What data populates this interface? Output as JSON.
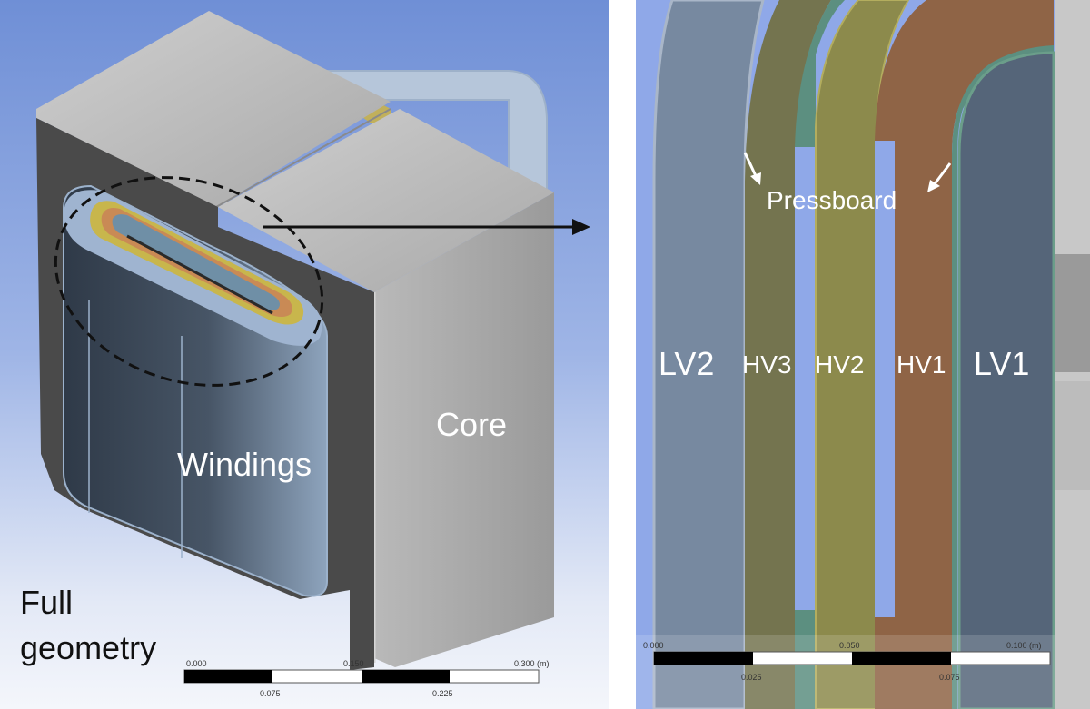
{
  "left": {
    "label_full_line1": "Full",
    "label_full_line2": "geometry",
    "label_windings": "Windings",
    "label_core": "Core",
    "scale_top": [
      "0.000",
      "0.150",
      "0.300 (m)"
    ],
    "scale_bottom": [
      "0.075",
      "0.225"
    ]
  },
  "right": {
    "label_pressboard": "Pressboard",
    "layers": [
      "LV2",
      "HV3",
      "HV2",
      "HV1",
      "LV1"
    ],
    "scale_top": [
      "0.000",
      "0.050",
      "0.100 (m)"
    ],
    "scale_bottom": [
      "0.025",
      "0.075"
    ]
  },
  "colors": {
    "core_front": "#4a4a4a",
    "core_top": "#bdbdbd",
    "core_side": "#a9a9a9",
    "winding_dark": "#3a4656",
    "lv2": "#7789a0",
    "hv3": "#74744f",
    "hv2": "#8c8a4c",
    "hv1": "#8f6446",
    "lv1": "#556579",
    "pressboard": "#5c8f80",
    "gap": "#8fa8e8"
  }
}
